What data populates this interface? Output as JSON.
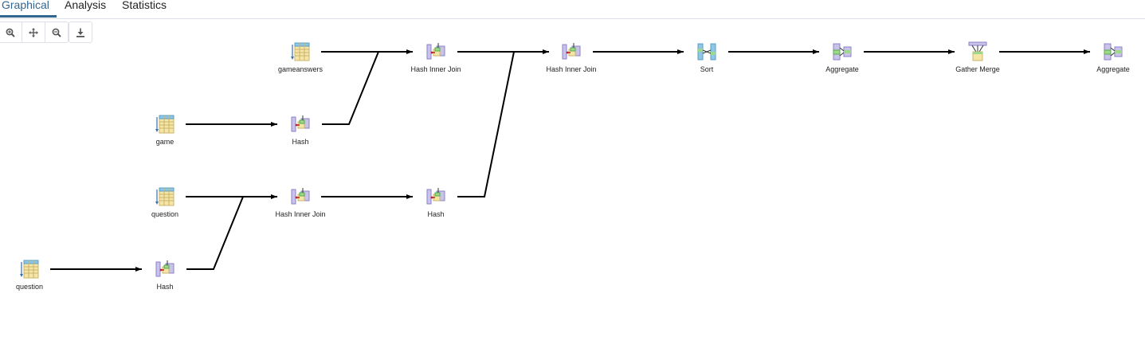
{
  "tabs": [
    {
      "label": "Graphical",
      "active": true
    },
    {
      "label": "Analysis",
      "active": false
    },
    {
      "label": "Statistics",
      "active": false
    }
  ],
  "toolbar": {
    "buttons": [
      {
        "icon": "zoom-in-icon"
      },
      {
        "icon": "move-icon"
      },
      {
        "icon": "zoom-out-icon"
      },
      {
        "icon": "download-icon"
      }
    ]
  },
  "colors": {
    "accent": "#326690",
    "edge": "#000000",
    "table_fill": "#f5e6a8",
    "table_header": "#8ec8e6"
  },
  "plan": {
    "nodes": [
      {
        "id": "n1",
        "label": "gameanswers",
        "icon": "seq-scan-icon"
      },
      {
        "id": "n2",
        "label": "Hash Inner Join",
        "icon": "hash-join-icon"
      },
      {
        "id": "n3",
        "label": "Hash Inner Join",
        "icon": "hash-join-icon"
      },
      {
        "id": "n4",
        "label": "Sort",
        "icon": "sort-icon"
      },
      {
        "id": "n5",
        "label": "Aggregate",
        "icon": "aggregate-icon"
      },
      {
        "id": "n6",
        "label": "Gather Merge",
        "icon": "gather-merge-icon"
      },
      {
        "id": "n7",
        "label": "Aggregate",
        "icon": "aggregate-icon"
      },
      {
        "id": "n8",
        "label": "game",
        "icon": "seq-scan-icon"
      },
      {
        "id": "n9",
        "label": "Hash",
        "icon": "hash-icon"
      },
      {
        "id": "n10",
        "label": "question",
        "icon": "seq-scan-icon"
      },
      {
        "id": "n11",
        "label": "Hash Inner Join",
        "icon": "hash-join-icon"
      },
      {
        "id": "n12",
        "label": "Hash",
        "icon": "hash-icon"
      },
      {
        "id": "n13",
        "label": "question",
        "icon": "seq-scan-icon"
      },
      {
        "id": "n14",
        "label": "Hash",
        "icon": "hash-icon"
      }
    ]
  }
}
